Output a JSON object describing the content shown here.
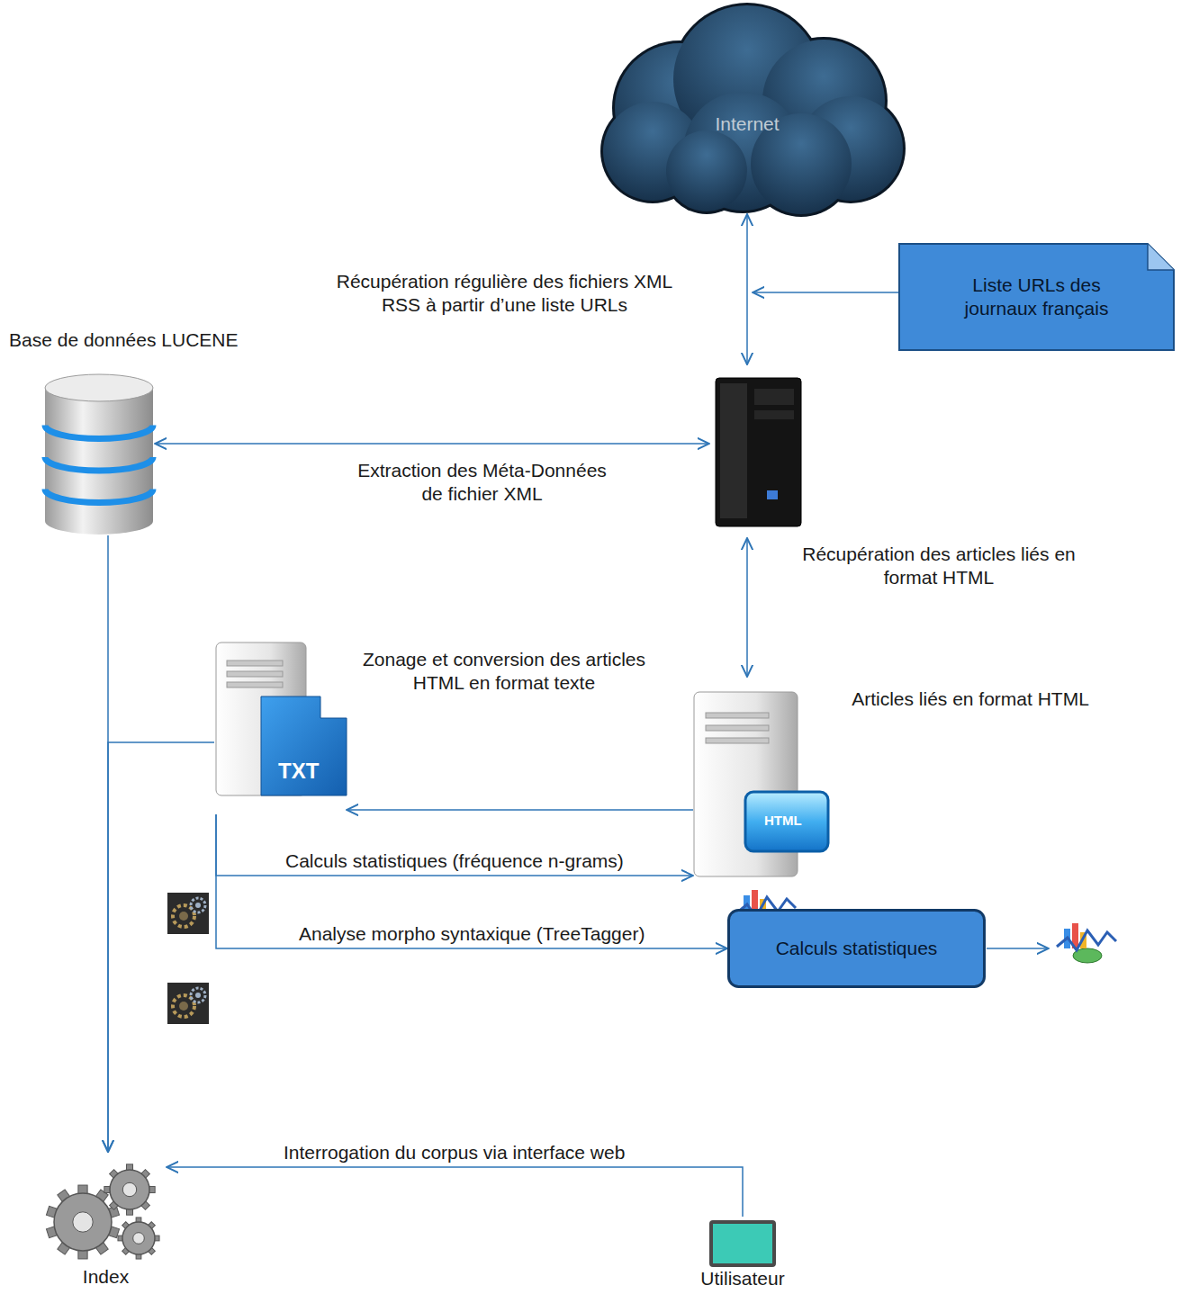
{
  "diagram": {
    "nodes": [
      {
        "text": [
          "Internet"
        ]
      },
      {
        "text": [
          "Liste URLs des journaux français"
        ]
      },
      {
        "text": [
          "Base de données LUCENE"
        ]
      },
      {
        "text": [
          "Zonage et conversion des articles HTML en format texte"
        ]
      },
      {
        "text": [
          "Articles liés en format HTML"
        ]
      },
      {
        "text": [
          "Calculs statistiques"
        ]
      },
      {
        "text": [
          "Index"
        ]
      },
      {
        "text": [
          "Utilisateur"
        ]
      }
    ],
    "edges": [
      {
        "from": 2,
        "to": 6,
        "arrow": "to"
      },
      {
        "from": 3,
        "to": 6,
        "arrow": "to"
      },
      {
        "from": 4,
        "to": 3,
        "arrow": "to"
      },
      {
        "from": 3,
        "to": 4,
        "label": "Calculs statistiques (fréquence n-grams)",
        "arrow": "to"
      },
      {
        "from": 3,
        "to": 5,
        "label": "Analyse morpho syntaxique (TreeTagger)",
        "arrow": "to"
      },
      {
        "from": 7,
        "to": 6,
        "label": "Interrogation du corpus via interface web",
        "arrow": "to"
      }
    ],
    "labels": [
      "Récupération régulière des fichiers XML RSS à partir d’une liste URLs",
      "Extraction des Méta-Données de fichier XML",
      "Récupération des articles liés en format HTML",
      "TXT",
      "HTML"
    ]
  }
}
